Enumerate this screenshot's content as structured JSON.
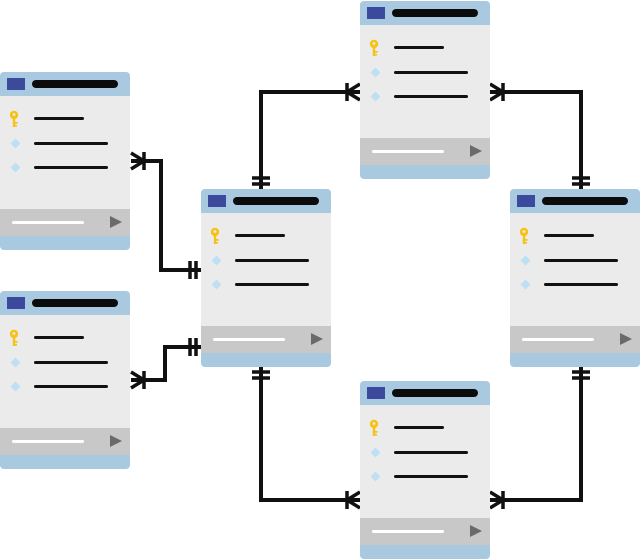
{
  "colors": {
    "header": "#a9c9e1",
    "body": "#ebebeb",
    "footer": "#c8c8c8",
    "swatch": "#3c4a9e",
    "key": "#f5c316",
    "diamond": "#bde0f5",
    "line": "#111111"
  },
  "icons": {
    "key": "key-icon",
    "field": "diamond-icon",
    "footer_action": "play-icon"
  },
  "tables": [
    {
      "id": "table-left-top",
      "fields": [
        "key",
        "field",
        "field"
      ]
    },
    {
      "id": "table-left-bottom",
      "fields": [
        "key",
        "field",
        "field"
      ]
    },
    {
      "id": "table-center",
      "fields": [
        "key",
        "field",
        "field"
      ]
    },
    {
      "id": "table-top",
      "fields": [
        "key",
        "field",
        "field"
      ]
    },
    {
      "id": "table-right",
      "fields": [
        "key",
        "field",
        "field"
      ]
    },
    {
      "id": "table-bottom",
      "fields": [
        "key",
        "field",
        "field"
      ]
    }
  ],
  "relationships": [
    {
      "from": "table-center",
      "to": "table-left-top",
      "type": "one-to-many"
    },
    {
      "from": "table-center",
      "to": "table-left-bottom",
      "type": "one-to-many"
    },
    {
      "from": "table-center",
      "to": "table-top",
      "type": "one-to-many"
    },
    {
      "from": "table-center",
      "to": "table-bottom",
      "type": "one-to-many"
    },
    {
      "from": "table-right",
      "to": "table-top",
      "type": "one-to-many"
    },
    {
      "from": "table-right",
      "to": "table-bottom",
      "type": "one-to-many"
    }
  ]
}
